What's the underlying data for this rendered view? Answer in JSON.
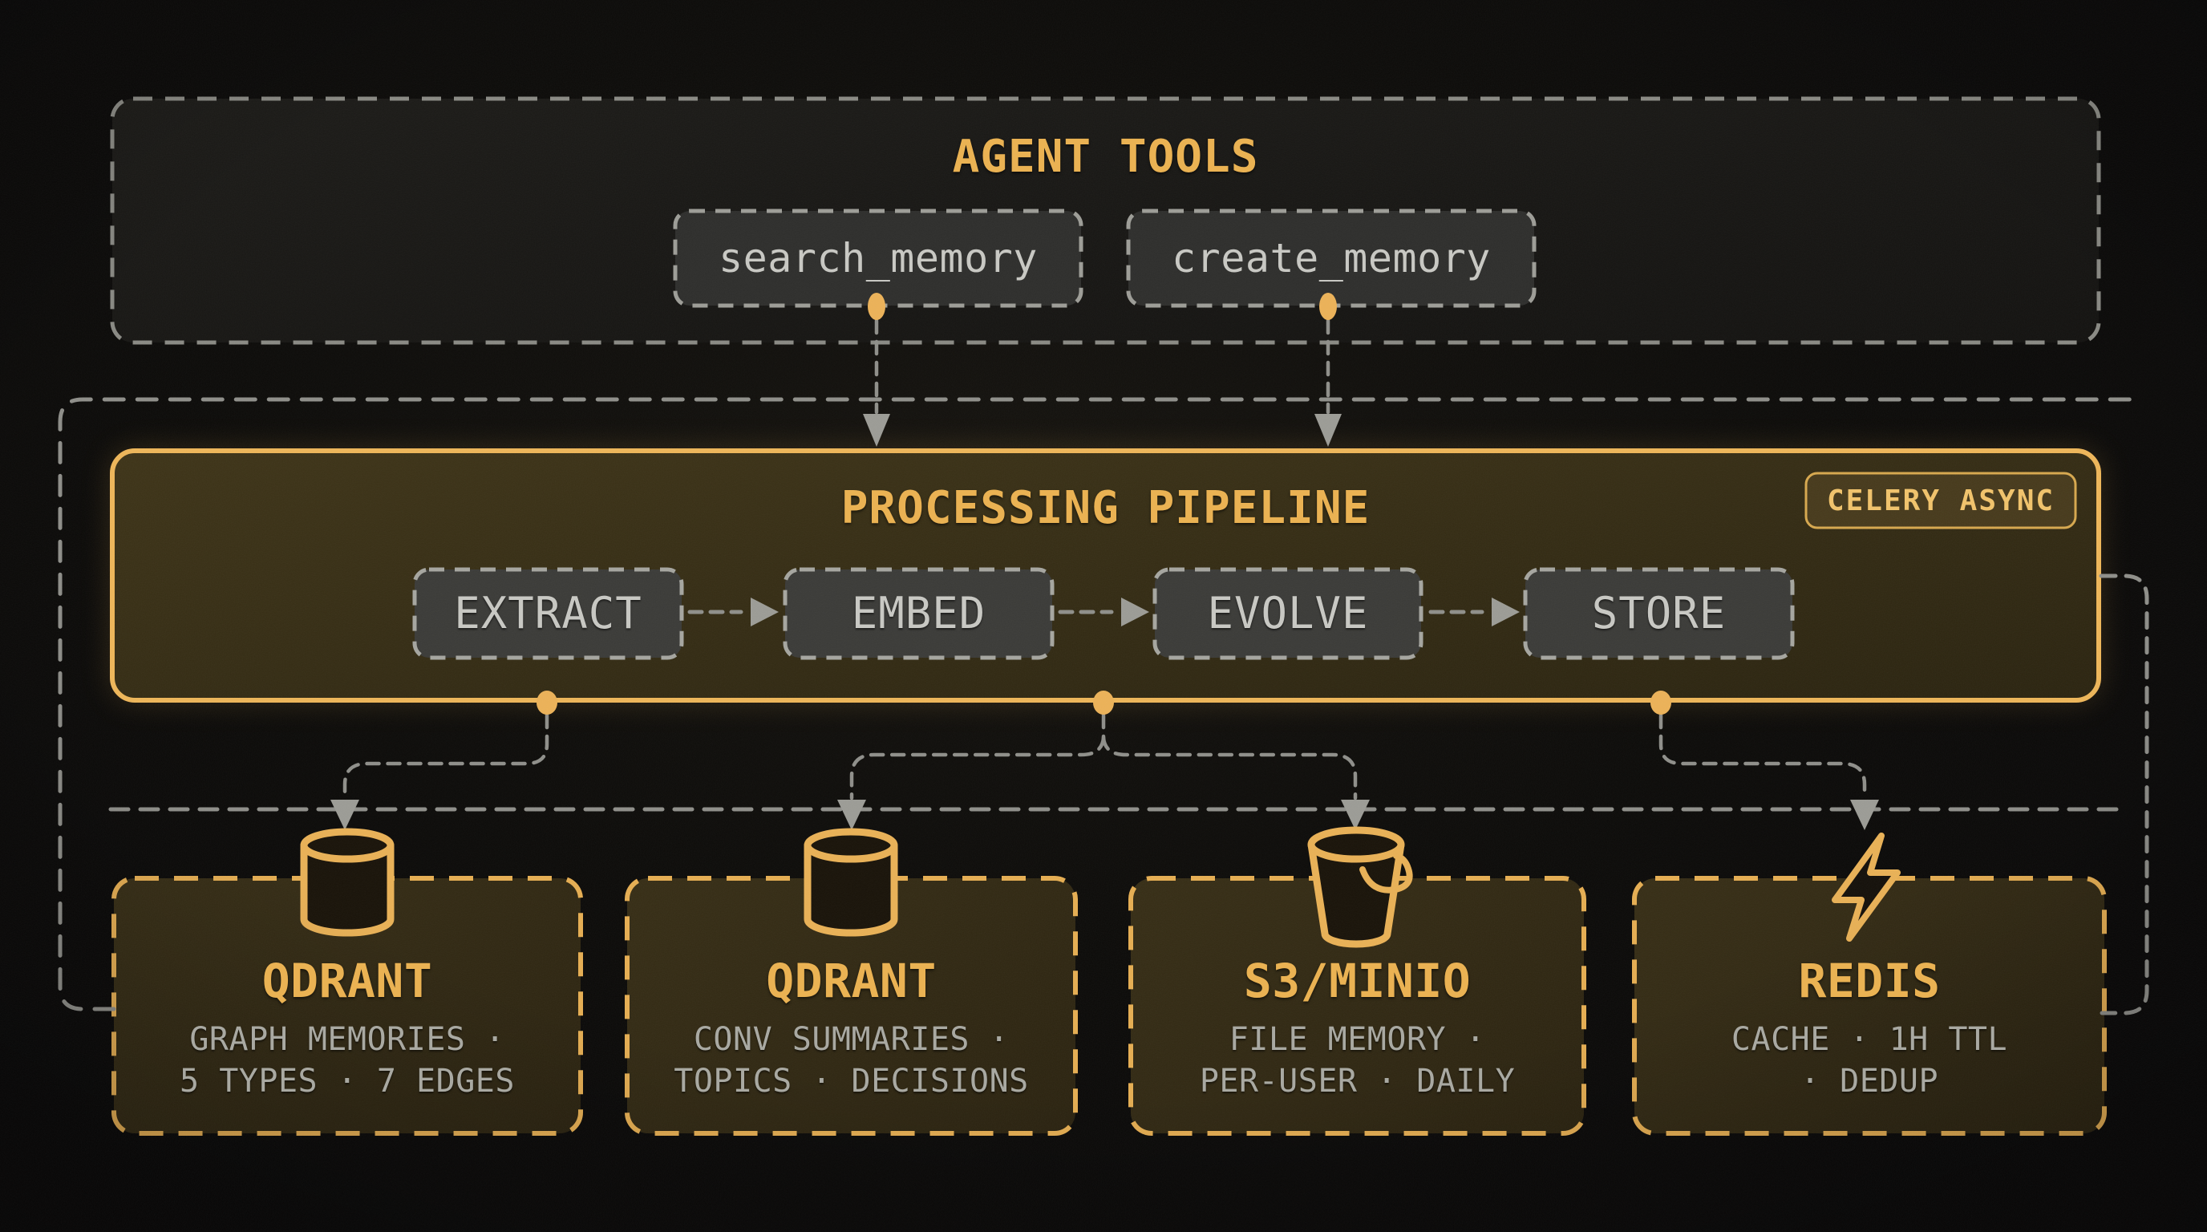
{
  "theme": {
    "bg": "#0c0b09",
    "accent": "#eab253",
    "accent_bright": "#f0c36d",
    "connector": "#8f8f8a",
    "node_text": "#c8c8c3",
    "muted_text": "#a9a9a2",
    "panel_fill": "#332b14",
    "gray_node_fill": "#3b3b38"
  },
  "agent_tools": {
    "title": "AGENT TOOLS",
    "tools": [
      {
        "label": "search_memory"
      },
      {
        "label": "create_memory"
      }
    ]
  },
  "pipeline": {
    "title": "PROCESSING PIPELINE",
    "badge": "CELERY ASYNC",
    "stages": [
      {
        "label": "EXTRACT"
      },
      {
        "label": "EMBED"
      },
      {
        "label": "EVOLVE"
      },
      {
        "label": "STORE"
      }
    ]
  },
  "storage": {
    "nodes": [
      {
        "name": "QDRANT",
        "icon": "database-cylinder-icon",
        "lines": [
          "GRAPH MEMORIES ·",
          "5 TYPES · 7 EDGES"
        ]
      },
      {
        "name": "QDRANT",
        "icon": "database-cylinder-icon",
        "lines": [
          "CONV SUMMARIES ·",
          "TOPICS · DECISIONS"
        ]
      },
      {
        "name": "S3/MINIO",
        "icon": "bucket-icon",
        "lines": [
          "FILE MEMORY ·",
          "PER-USER · DAILY"
        ]
      },
      {
        "name": "REDIS",
        "icon": "lightning-bolt-icon",
        "lines": [
          "CACHE · 1H TTL",
          "· DEDUP"
        ]
      }
    ]
  },
  "edges": [
    {
      "from": "search_memory",
      "to": "processing-pipeline"
    },
    {
      "from": "create_memory",
      "to": "processing-pipeline"
    },
    {
      "from": "extract",
      "to": "embed"
    },
    {
      "from": "embed",
      "to": "evolve"
    },
    {
      "from": "evolve",
      "to": "store"
    },
    {
      "from": "processing-pipeline",
      "to": "qdrant-graph"
    },
    {
      "from": "processing-pipeline",
      "to": "qdrant-conv"
    },
    {
      "from": "processing-pipeline",
      "to": "s3-minio"
    },
    {
      "from": "processing-pipeline",
      "to": "redis"
    },
    {
      "from": "store",
      "to": "redis"
    },
    {
      "from": "qdrant-graph",
      "to": "agent-tools"
    }
  ]
}
